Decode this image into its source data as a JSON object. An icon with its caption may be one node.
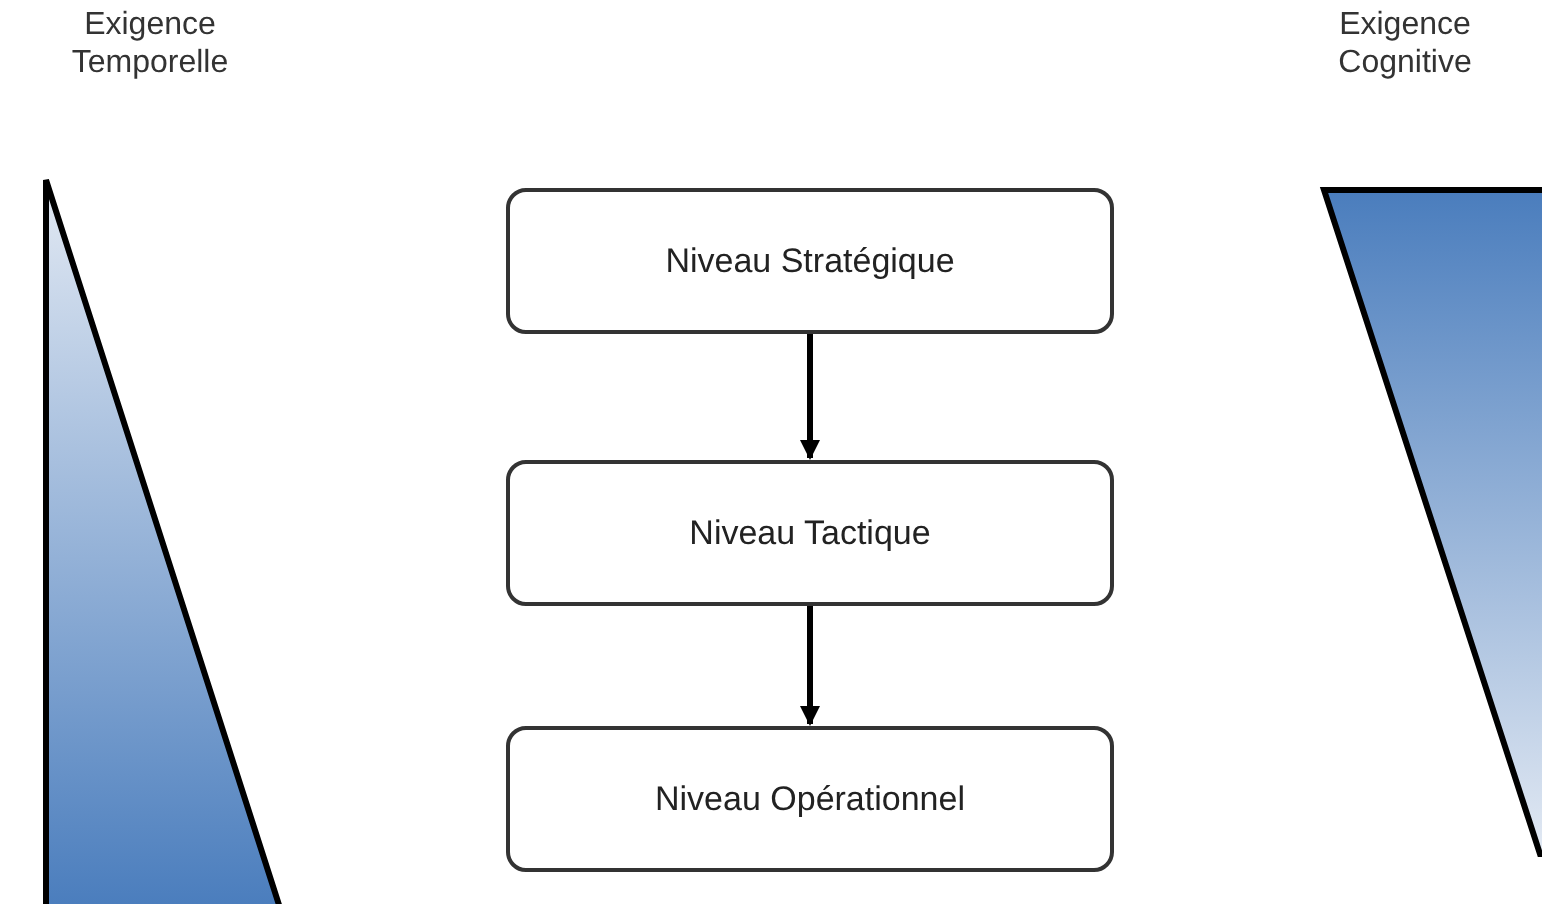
{
  "diagram": {
    "nodes": [
      {
        "text": [
          "Exigence Temporelle"
        ]
      },
      {
        "text": [
          "Exigence Cognitive"
        ]
      },
      {
        "text": [
          "Niveau Stratégique"
        ]
      },
      {
        "text": [
          "Niveau Tactique"
        ]
      },
      {
        "text": [
          "Niveau Opérationnel"
        ]
      }
    ],
    "edges": [
      {
        "from": 2,
        "to": 3,
        "arrow": "to"
      },
      {
        "from": 3,
        "to": 4,
        "arrow": "to"
      }
    ]
  }
}
